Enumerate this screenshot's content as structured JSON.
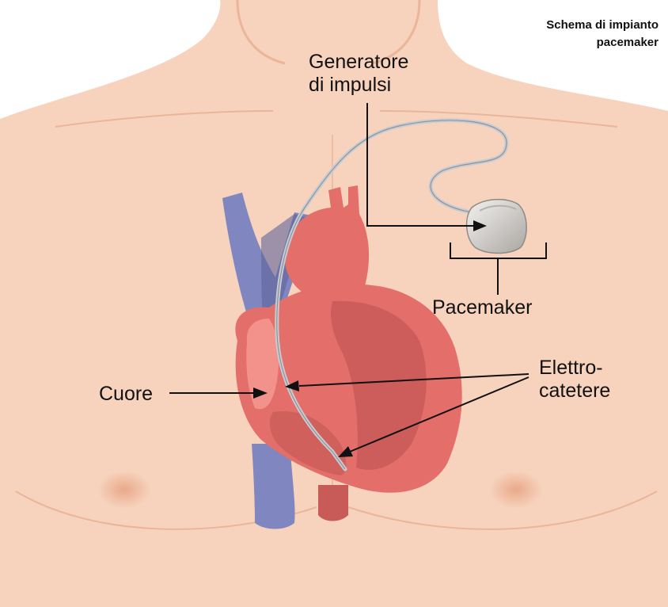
{
  "title": {
    "line1": "Schema di impianto",
    "line2": "pacemaker"
  },
  "labels": {
    "generator": [
      "Generatore",
      "di impulsi"
    ],
    "pacemaker": "Pacemaker",
    "heart": "Cuore",
    "lead": [
      "Elettro-",
      "catetere"
    ]
  },
  "colors": {
    "skin": "#f7d3bd",
    "skin_shadow": "#eab598",
    "vein": "#7f86c0",
    "vein_dark": "#5f6699",
    "heart": "#e46f6a",
    "heart_light": "#f2928a",
    "heart_dark": "#c85b57",
    "lead": "#c8ccd2",
    "device": "#e6e4e0"
  }
}
